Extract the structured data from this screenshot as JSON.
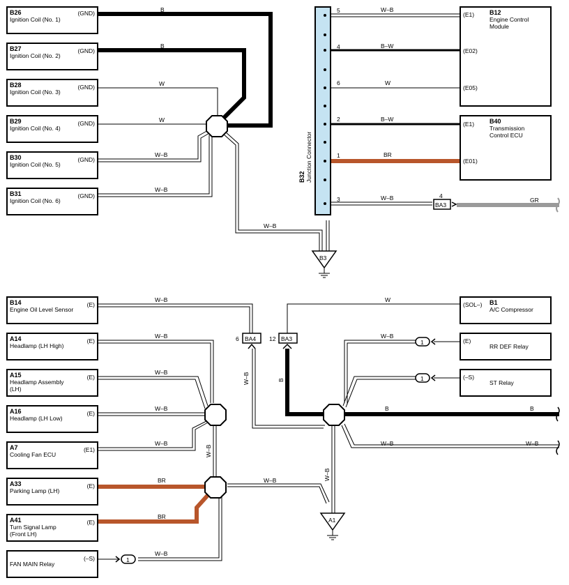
{
  "components": [
    {
      "id": "B26",
      "lines": [
        "Ignition Coil (No. 1)"
      ],
      "pin": "(GND)"
    },
    {
      "id": "B27",
      "lines": [
        "Ignition Coil (No. 2)"
      ],
      "pin": "(GND)"
    },
    {
      "id": "B28",
      "lines": [
        "Ignition Coil (No. 3)"
      ],
      "pin": "(GND)"
    },
    {
      "id": "B29",
      "lines": [
        "Ignition Coil (No. 4)"
      ],
      "pin": "(GND)"
    },
    {
      "id": "B30",
      "lines": [
        "Ignition Coil (No. 5)"
      ],
      "pin": "(GND)"
    },
    {
      "id": "B31",
      "lines": [
        "Ignition Coil (No. 6)"
      ],
      "pin": "(GND)"
    },
    {
      "id": "B12",
      "lines": [
        "Engine Control",
        "Module"
      ],
      "pins": [
        "(E1)",
        "(E02)",
        "(E05)"
      ]
    },
    {
      "id": "B40",
      "lines": [
        "Transmission",
        "Control ECU"
      ],
      "pins": [
        "(E1)",
        "(E01)"
      ]
    },
    {
      "id": "B14",
      "lines": [
        "Engine Oil Level Sensor"
      ],
      "pin": "(E)"
    },
    {
      "id": "A14",
      "lines": [
        "Headlamp (LH High)"
      ],
      "pin": "(E)"
    },
    {
      "id": "A15",
      "lines": [
        "Headlamp Assembly",
        "(LH)"
      ],
      "pin": "(E)"
    },
    {
      "id": "A16",
      "lines": [
        "Headlamp (LH Low)"
      ],
      "pin": "(E)"
    },
    {
      "id": "A7",
      "lines": [
        "Cooling Fan ECU"
      ],
      "pin": "(E1)"
    },
    {
      "id": "A33",
      "lines": [
        "Parking Lamp (LH)"
      ],
      "pin": "(E)"
    },
    {
      "id": "A41",
      "lines": [
        "Turn Signal Lamp",
        "(Front LH)"
      ],
      "pin": "(E)"
    },
    {
      "id": "",
      "lines": [
        "FAN MAIN Relay"
      ],
      "pin": "(–S)"
    },
    {
      "id": "B1",
      "lines": [
        "A/C Compressor"
      ],
      "pin": "(SOL–)"
    },
    {
      "id": "",
      "lines": [
        "RR DEF Relay"
      ],
      "pin": "(E)"
    },
    {
      "id": "",
      "lines": [
        "ST Relay"
      ],
      "pin": "(–S)"
    }
  ],
  "junction_connector": {
    "id": "B32",
    "name": "Junction Connector",
    "pins": [
      "5",
      "4",
      "6",
      "2",
      "1",
      "3"
    ]
  },
  "inline_connectors": [
    {
      "id": "BA3",
      "pin": "4"
    },
    {
      "id": "BA4",
      "pin": "6"
    },
    {
      "id": "BA3",
      "pin": "12"
    },
    {
      "id": "",
      "pin": "1"
    },
    {
      "id": "",
      "pin": "1"
    },
    {
      "id": "",
      "pin": "1"
    }
  ],
  "grounds": [
    "B3",
    "A1"
  ],
  "wire_labels": {
    "b26": "B",
    "b27": "B",
    "b28": "W",
    "b29": "W",
    "b30": "W–B",
    "b31": "W–B",
    "b3": "W–B",
    "e1": "W–B",
    "e02": "B–W",
    "e05": "W",
    "b40e1": "B–W",
    "e01": "BR",
    "p3": "W–B",
    "gr": "GR",
    "b14": "W–B",
    "a14": "W–B",
    "a15": "W–B",
    "a16": "W–B",
    "a7": "W–B",
    "a33": "BR",
    "a41": "BR",
    "fan": "W–B",
    "vleft": "W–B",
    "ba4v": "W–B",
    "ba3v": "B",
    "b1": "W",
    "rrdef": "W–B",
    "bright": "B",
    "bright2": "B",
    "wbright": "W–B",
    "wbright2": "W–B",
    "a1v": "W–B",
    "lmid": "W–B",
    "a33mid": "W–B"
  },
  "colors": {
    "black": "#000000",
    "brown": "#b8562b",
    "gray": "#9a9a9a",
    "connector_fill": "#c5e3f2"
  }
}
